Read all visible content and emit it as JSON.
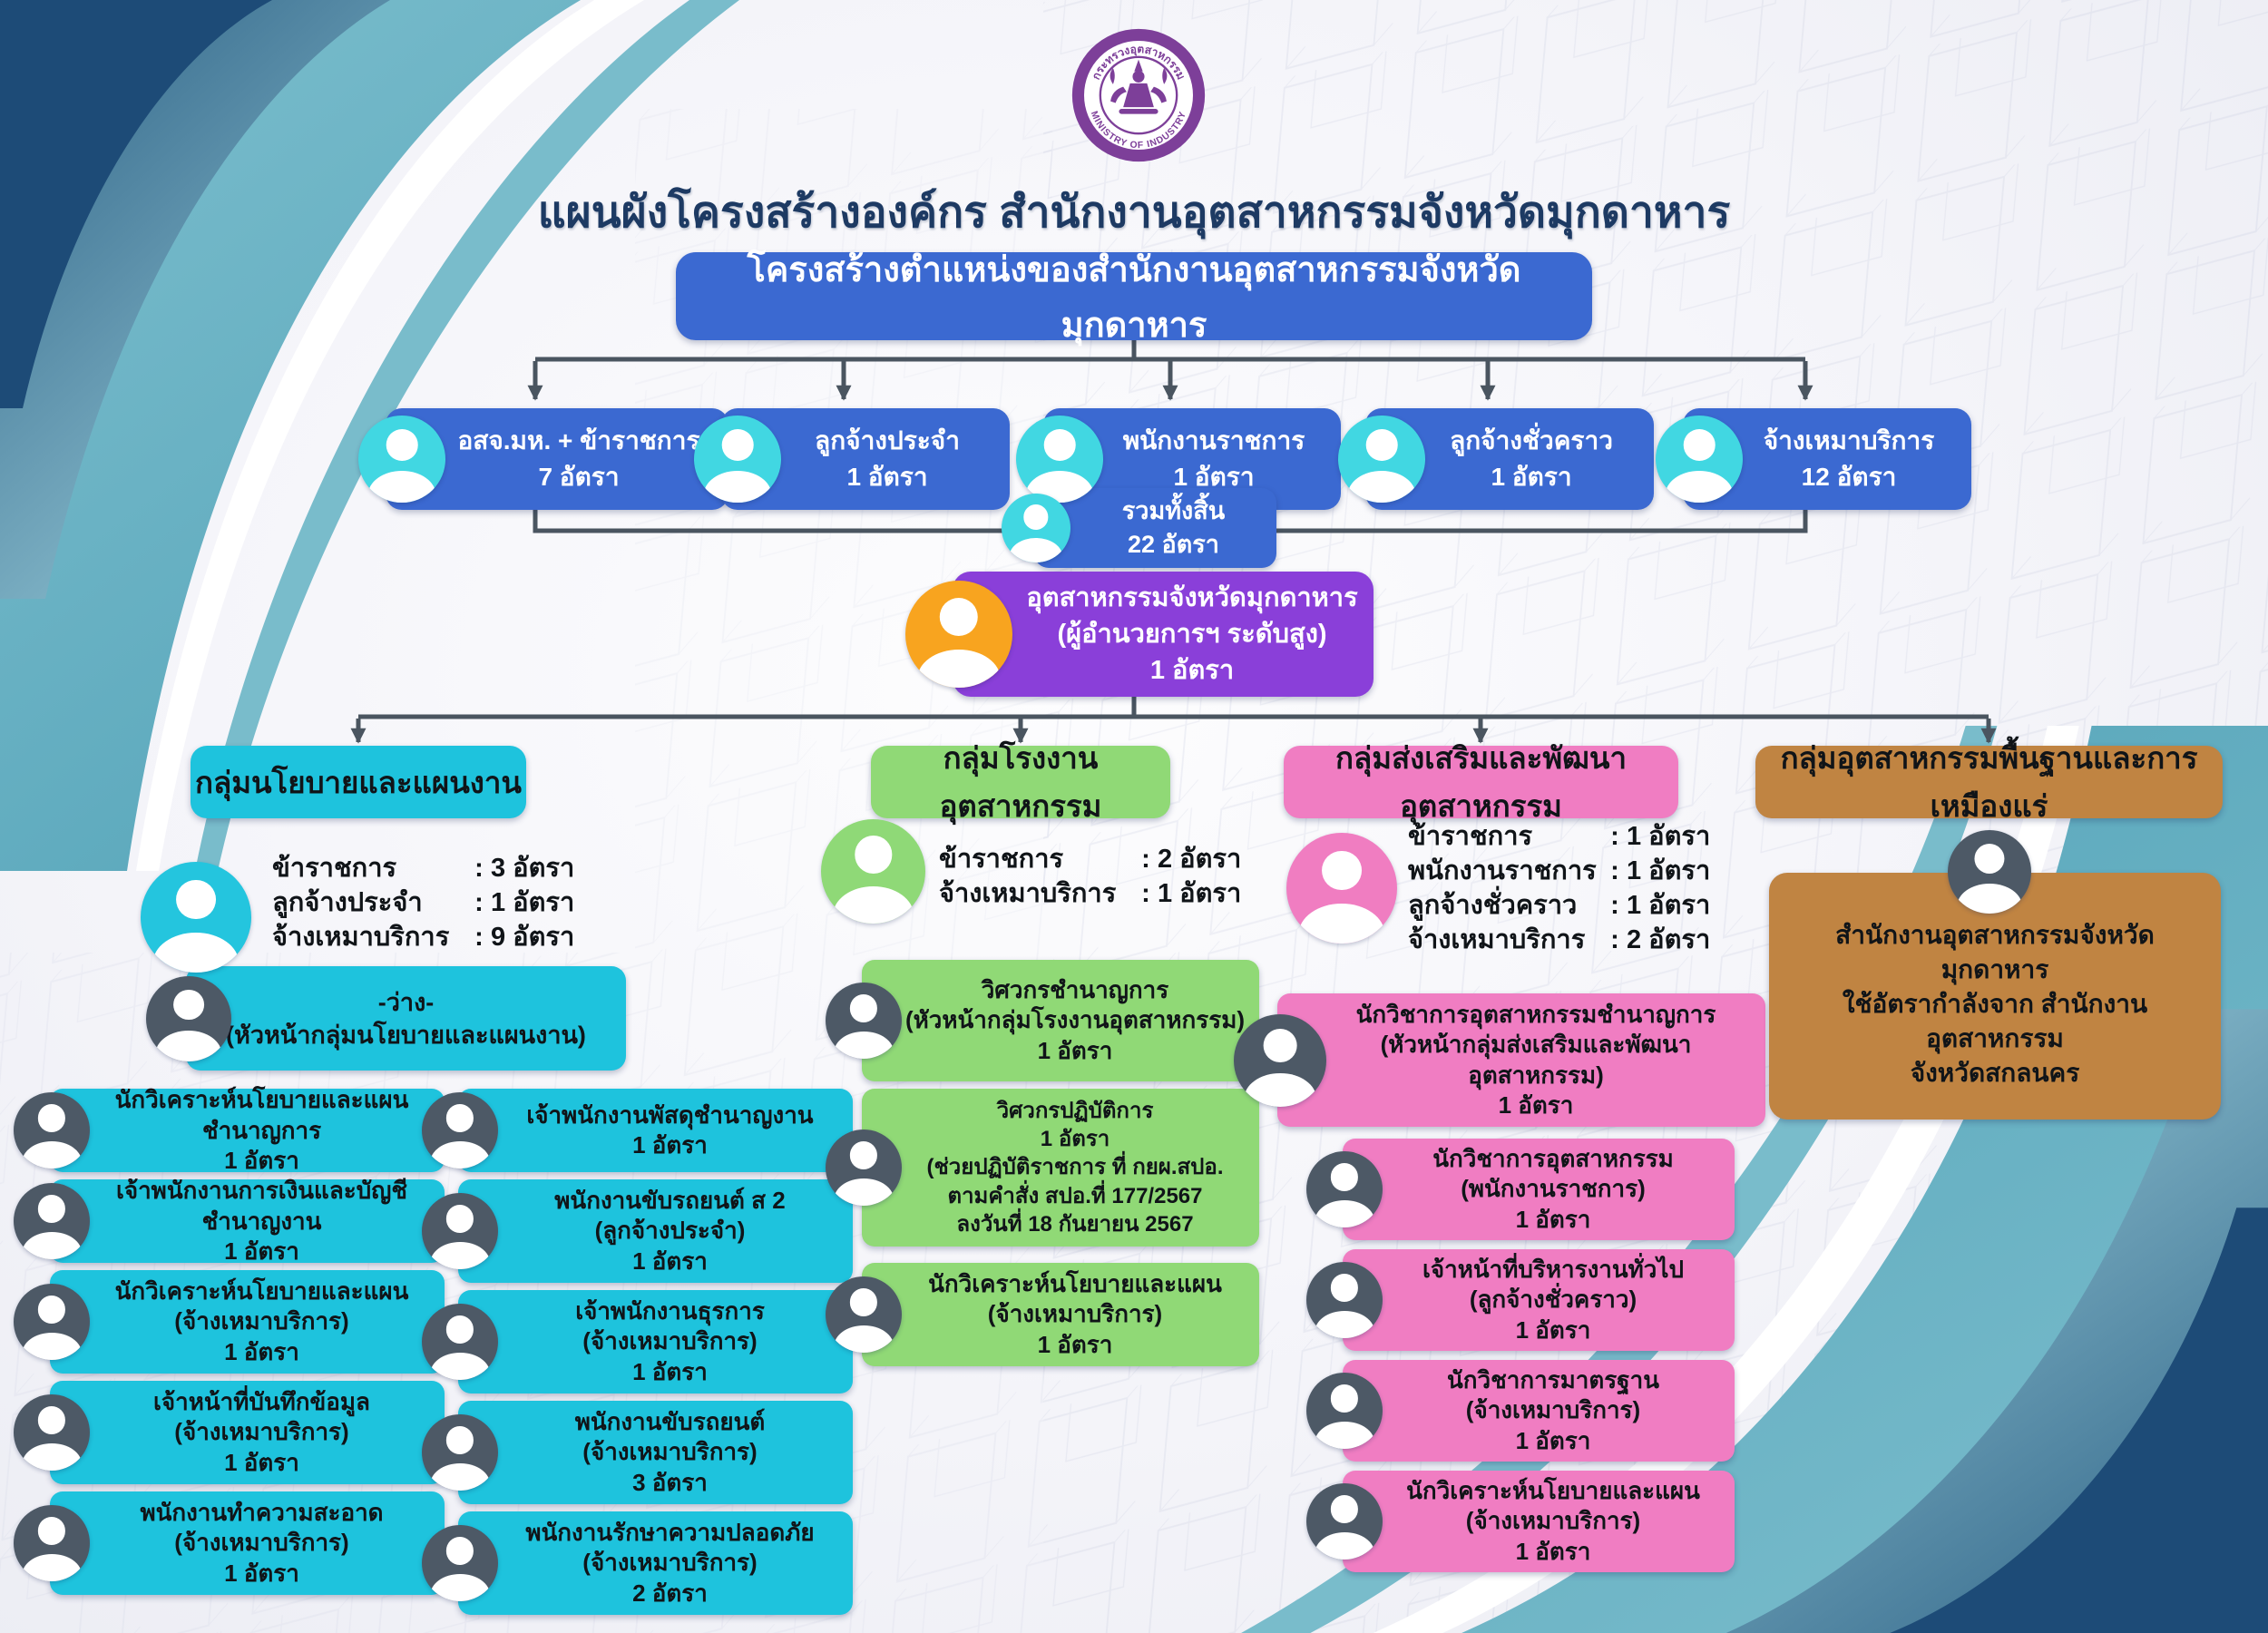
{
  "colors": {
    "title_text": "#1d3a63",
    "primary_blue": "#3b69d1",
    "cyan_group": "#1ec3dd",
    "cyan_avatar": "#41d7e2",
    "green_group": "#90d976",
    "pink_group": "#f07dc2",
    "brown_group": "#c08442",
    "purple_director": "#8a3fd9",
    "orange_avatar": "#f8a41f",
    "slate_avatar": "#4d5966",
    "connector_line": "#4a5560",
    "logo_purple": "#7d3f99"
  },
  "logo": {
    "arc_top": "กระทรวงอุตสาหกรรม",
    "arc_bottom": "MINISTRY OF INDUSTRY"
  },
  "title": "แผนผังโครงสร้างองค์กร สำนักงานอุตสาหกรรมจังหวัดมุกดาหาร",
  "header_box": "โครงสร้างตำแหน่งของสำนักงานอุตสาหกรรมจังหวัดมุกดาหาร",
  "summary_row": [
    {
      "name": "อสจ.มห. + ข้าราชการ",
      "count": "7 อัตรา"
    },
    {
      "name": "ลูกจ้างประจำ",
      "count": "1 อัตรา"
    },
    {
      "name": "พนักงานราชการ",
      "count": "1 อัตรา"
    },
    {
      "name": "ลูกจ้างชั่วคราว",
      "count": "1 อัตรา"
    },
    {
      "name": "จ้างเหมาบริการ",
      "count": "12 อัตรา"
    }
  ],
  "total_box": {
    "name": "รวมทั้งสิ้น",
    "count": "22 อัตรา"
  },
  "director_box": {
    "line1": "อุตสาหกรรมจังหวัดมุกดาหาร",
    "line2": "(ผู้อำนวยการฯ ระดับสูง)",
    "line3": "1 อัตรา"
  },
  "groups": {
    "policy": {
      "name": "กลุ่มนโยบายและแผนงาน",
      "staffing": [
        {
          "label": "ข้าราชการ",
          "colon": ":",
          "value": "3 อัตรา"
        },
        {
          "label": "ลูกจ้างประจำ",
          "colon": ":",
          "value": "1 อัตรา"
        },
        {
          "label": "จ้างเหมาบริการ",
          "colon": ":",
          "value": "9 อัตรา"
        }
      ],
      "vacant": {
        "line1": "-ว่าง-",
        "line2": "(หัวหน้ากลุ่มนโยบายและแผนงาน)"
      },
      "col_a": [
        {
          "line1": "นักวิเคราะห์นโยบายและแผนชำนาญการ",
          "line2": "1 อัตรา"
        },
        {
          "line1": "เจ้าพนักงานการเงินและบัญชีชำนาญงาน",
          "line2": "1 อัตรา"
        },
        {
          "line1": "นักวิเคราะห์นโยบายและแผน",
          "line2": "(จ้างเหมาบริการ)",
          "line3": "1 อัตรา"
        },
        {
          "line1": "เจ้าหน้าที่บันทึกข้อมูล",
          "line2": "(จ้างเหมาบริการ)",
          "line3": "1 อัตรา"
        },
        {
          "line1": "พนักงานทำความสะอาด",
          "line2": "(จ้างเหมาบริการ)",
          "line3": "1 อัตรา"
        }
      ],
      "col_b": [
        {
          "line1": "เจ้าพนักงานพัสดุชำนาญงาน",
          "line2": "1 อัตรา"
        },
        {
          "line1": "พนักงานขับรถยนต์ ส 2",
          "line2": "(ลูกจ้างประจำ)",
          "line3": "1 อัตรา"
        },
        {
          "line1": "เจ้าพนักงานธุรการ",
          "line2": "(จ้างเหมาบริการ)",
          "line3": "1 อัตรา"
        },
        {
          "line1": "พนักงานขับรถยนต์",
          "line2": "(จ้างเหมาบริการ)",
          "line3": "3 อัตรา"
        },
        {
          "line1": "พนักงานรักษาความปลอดภัย",
          "line2": "(จ้างเหมาบริการ)",
          "line3": "2 อัตรา"
        }
      ]
    },
    "factory": {
      "name": "กลุ่มโรงงานอุตสาหกรรม",
      "staffing": [
        {
          "label": "ข้าราชการ",
          "colon": ":",
          "value": "2 อัตรา"
        },
        {
          "label": "จ้างเหมาบริการ",
          "colon": ":",
          "value": "1 อัตรา"
        }
      ],
      "items": [
        {
          "line1": "วิศวกรชำนาญการ",
          "line2": "(หัวหน้ากลุ่มโรงงานอุตสาหกรรม)",
          "line3": "1 อัตรา"
        },
        {
          "line1": "วิศวกรปฏิบัติการ",
          "line2": "1 อัตรา",
          "line3": "(ช่วยปฏิบัติราชการ ที่ กยผ.สปอ.",
          "line4": "ตามคำสั่ง สปอ.ที่ 177/2567",
          "line5": "ลงวันที่ 18 กันยายน 2567"
        },
        {
          "line1": "นักวิเคราะห์นโยบายและแผน",
          "line2": "(จ้างเหมาบริการ)",
          "line3": "1 อัตรา"
        }
      ]
    },
    "promotion": {
      "name": "กลุ่มส่งเสริมและพัฒนาอุตสาหกรรม",
      "staffing": [
        {
          "label": "ข้าราชการ",
          "colon": ":",
          "value": "1 อัตรา"
        },
        {
          "label": "พนักงานราชการ",
          "colon": ":",
          "value": "1 อัตรา"
        },
        {
          "label": "ลูกจ้างชั่วคราว",
          "colon": ":",
          "value": "1 อัตรา"
        },
        {
          "label": "จ้างเหมาบริการ",
          "colon": ":",
          "value": "2 อัตรา"
        }
      ],
      "items": [
        {
          "line1": "นักวิชาการอุตสาหกรรมชำนาญการ",
          "line2": "(หัวหน้ากลุ่มส่งเสริมและพัฒนาอุตสาหกรรม)",
          "line3": "1 อัตรา"
        },
        {
          "line1": "นักวิชาการอุตสาหกรรม",
          "line2": "(พนักงานราชการ)",
          "line3": "1 อัตรา"
        },
        {
          "line1": "เจ้าหน้าที่บริหารงานทั่วไป",
          "line2": "(ลูกจ้างชั่วคราว)",
          "line3": "1 อัตรา"
        },
        {
          "line1": "นักวิชาการมาตรฐาน",
          "line2": "(จ้างเหมาบริการ)",
          "line3": "1 อัตรา"
        },
        {
          "line1": "นักวิเคราะห์นโยบายและแผน",
          "line2": "(จ้างเหมาบริการ)",
          "line3": "1 อัตรา"
        }
      ]
    },
    "mining": {
      "name": "กลุ่มอุตสาหกรรมพื้นฐานและการเหมืองแร่",
      "note": {
        "line1": "สำนักงานอุตสาหกรรมจังหวัดมุกดาหาร",
        "line2": "ใช้อัตรากำลังจาก สำนักงานอุตสาหกรรม",
        "line3": "จังหวัดสกลนคร"
      }
    }
  }
}
